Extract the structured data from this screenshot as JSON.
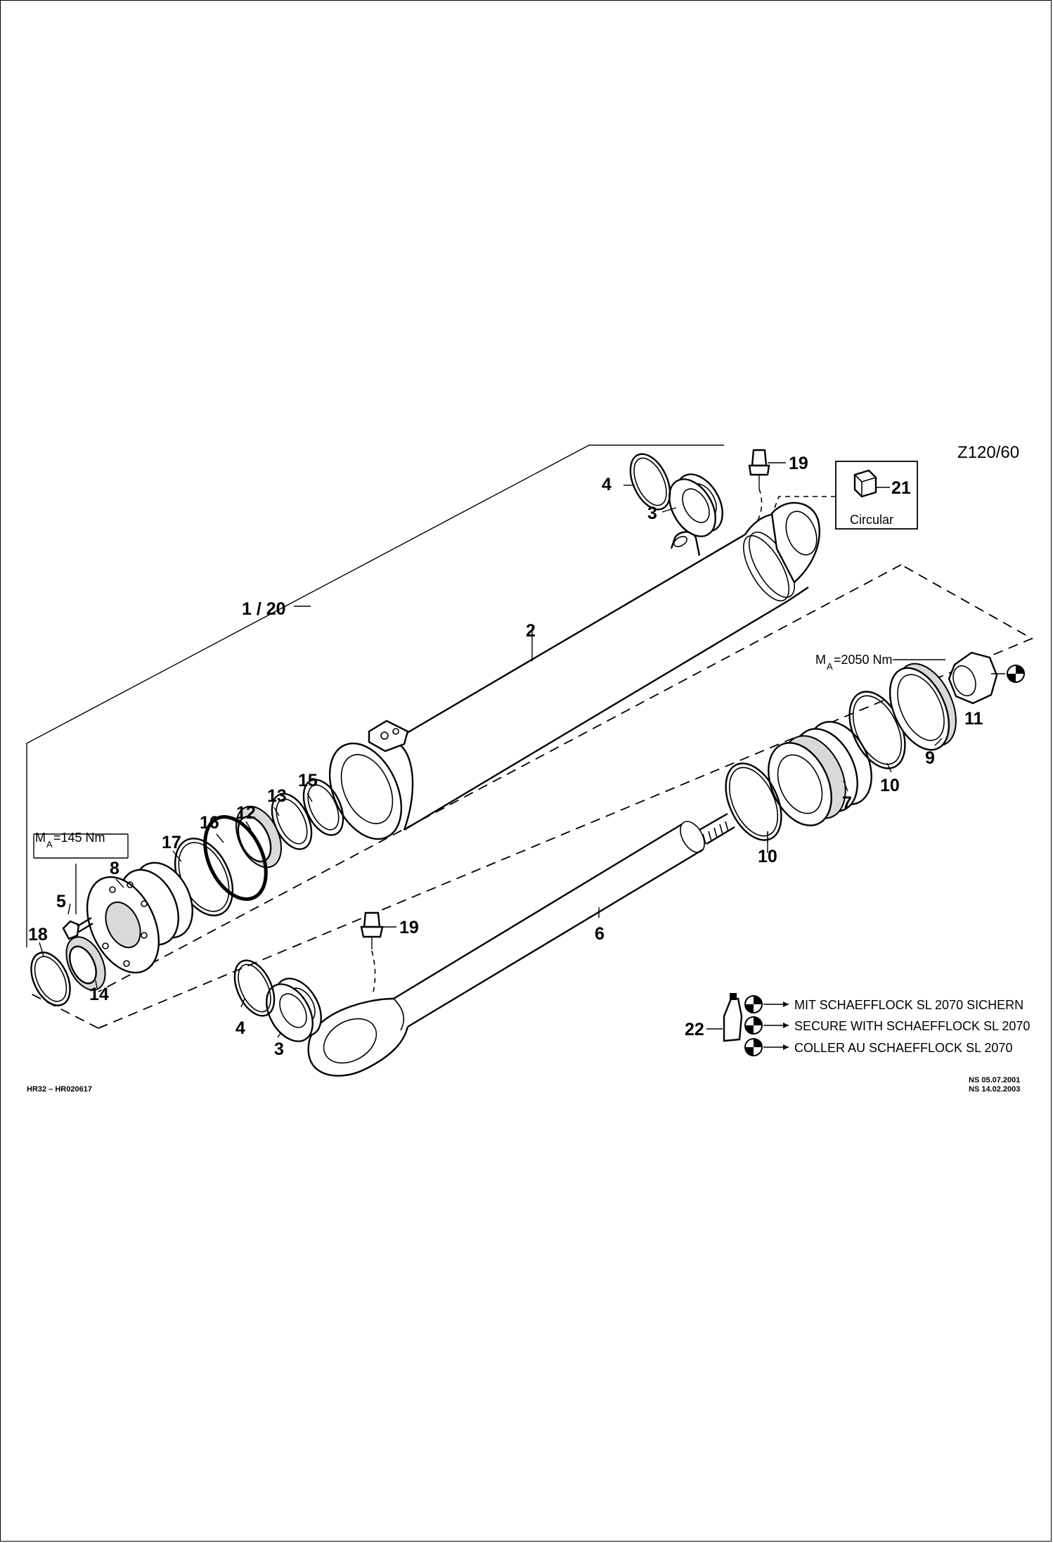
{
  "drawing": {
    "code": "Z120/60",
    "torque_mount": "M",
    "torque_sub": "A",
    "torque_value_small": "=145  Nm",
    "torque_value_large": "=2050  Nm",
    "circular_label": "Circular",
    "footer_left": "HR32  –  HR020617",
    "footer_right_1": "NS  05.07.2001",
    "footer_right_2": "NS  14.02.2003"
  },
  "callouts": {
    "c1_20": "1 / 20",
    "c2": "2",
    "c3a": "3",
    "c3b": "3",
    "c4a": "4",
    "c4b": "4",
    "c5": "5",
    "c6": "6",
    "c7": "7",
    "c8": "8",
    "c9": "9",
    "c10a": "10",
    "c10b": "10",
    "c11": "11",
    "c12": "12",
    "c13": "13",
    "c14": "14",
    "c15": "15",
    "c16": "16",
    "c17": "17",
    "c18": "18",
    "c19a": "19",
    "c19b": "19",
    "c21": "21",
    "c22": "22"
  },
  "legend": {
    "line_de": "MIT  SCHAEFFLOCK  SL  2070  SICHERN",
    "line_en": "SECURE  WITH  SCHAEFFLOCK  SL  2070",
    "line_fr": "COLLER  AU  SCHAEFFLOCK  SL  2070"
  }
}
